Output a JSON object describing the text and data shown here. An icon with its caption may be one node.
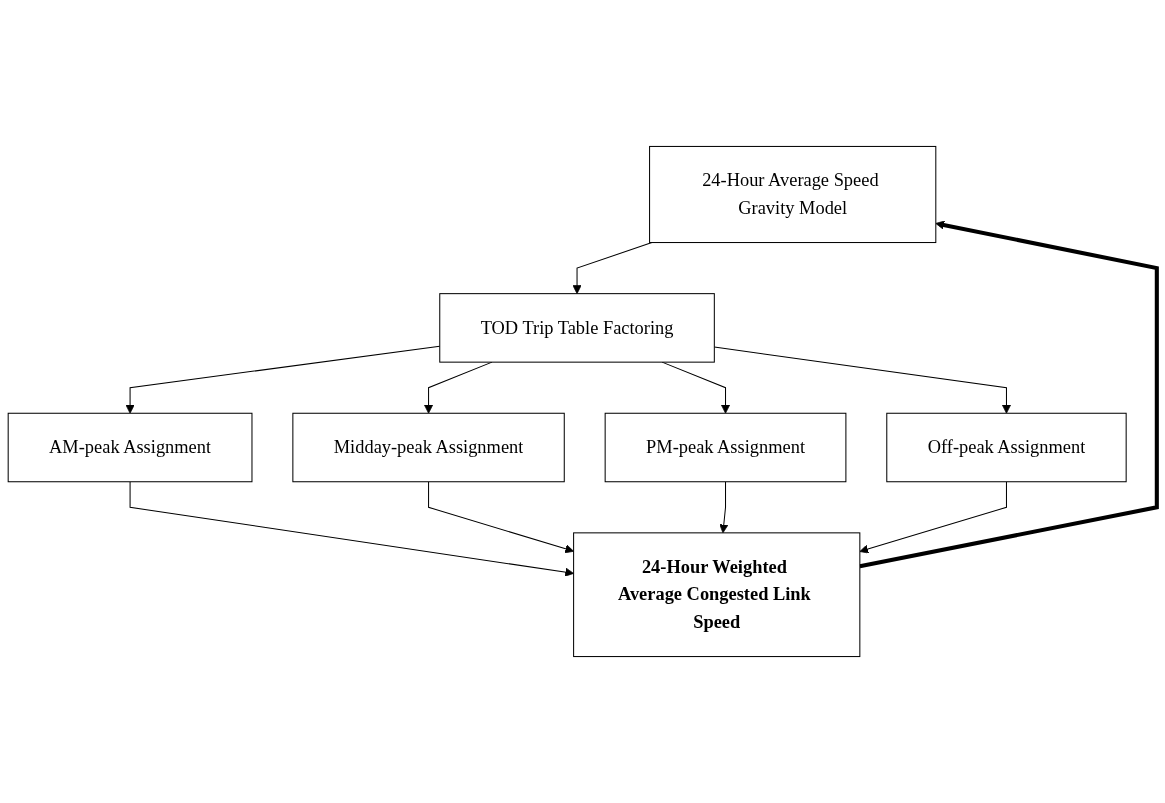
{
  "diagram": {
    "nodes": [
      {
        "text": [
          "24-Hour Average Speed Gravity Model"
        ]
      },
      {
        "text": [
          "TOD Trip Table Factoring"
        ]
      },
      {
        "text": [
          "AM-peak Assignment"
        ]
      },
      {
        "text": [
          "Midday-peak Assignment"
        ]
      },
      {
        "text": [
          "PM-peak Assignment"
        ]
      },
      {
        "text": [
          "Off-peak Assignment"
        ]
      },
      {
        "text": [
          "24-Hour Weighted Average Congested Link Speed"
        ]
      }
    ],
    "edges": [
      {
        "from": 0,
        "to": 1,
        "arrow": "to"
      },
      {
        "from": 1,
        "to": 2,
        "arrow": "to"
      },
      {
        "from": 1,
        "to": 3,
        "arrow": "to"
      },
      {
        "from": 1,
        "to": 4,
        "arrow": "to"
      },
      {
        "from": 1,
        "to": 5,
        "arrow": "to"
      },
      {
        "from": 2,
        "to": 6,
        "arrow": "to"
      },
      {
        "from": 3,
        "to": 6,
        "arrow": "to"
      },
      {
        "from": 4,
        "to": 6,
        "arrow": "to"
      },
      {
        "from": 5,
        "to": 6,
        "arrow": "to"
      },
      {
        "from": 6,
        "to": 0,
        "arrow": "to",
        "style": "thick"
      }
    ]
  }
}
